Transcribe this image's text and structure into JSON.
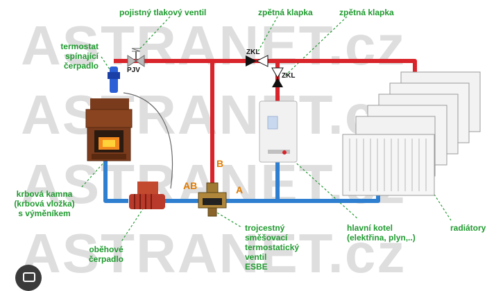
{
  "watermark": "ASTRANET.cz",
  "labels": {
    "safety_valve": "pojistný tlakový ventil",
    "check_valve_1": "zpětná klapka",
    "check_valve_2": "zpětná klapka",
    "thermostat": [
      "termostat",
      "spínající",
      "čerpadlo"
    ],
    "stove": [
      "krbová kamna",
      "(krbová vložka)",
      "s výměníkem"
    ],
    "pump": [
      "oběhové",
      "čerpadlo"
    ],
    "mixing_valve": [
      "trojcestný",
      "směšovací",
      "termostatický",
      "ventil",
      "ESBE"
    ],
    "boiler": [
      "hlavní kotel",
      "(elektřina, plyn,..)"
    ],
    "radiators": "radiátory"
  },
  "valve_codes": {
    "safety": "PJV",
    "check_1": "ZKL",
    "check_2": "ZKL"
  },
  "ports": {
    "a": "A",
    "b": "B",
    "ab": "AB"
  },
  "colors": {
    "hot": "#d8242a",
    "cold": "#2f7fd0",
    "label": "#1f9a2f",
    "port": "#e07b00"
  }
}
